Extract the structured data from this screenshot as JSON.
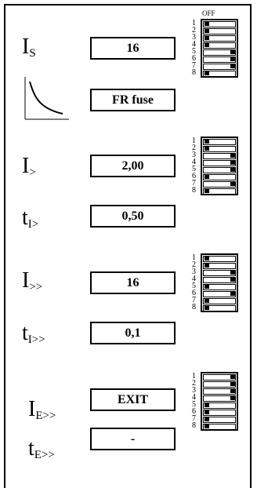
{
  "switch_header": "OFF",
  "rows": [
    {
      "symbol": {
        "main": "I",
        "sub": "S"
      },
      "value": "16"
    },
    {
      "curve_icon": "inverse-time-curve-icon",
      "value": "FR fuse"
    },
    {
      "symbol": {
        "main": "I",
        "sub": ">"
      },
      "value": "2,00"
    },
    {
      "symbol": {
        "main": "t",
        "sub": "I>"
      },
      "value": "0,50"
    },
    {
      "symbol": {
        "main": "I",
        "sub": ">>"
      },
      "value": "16"
    },
    {
      "symbol": {
        "main": "t",
        "sub": "I>>"
      },
      "value": "0,1"
    },
    {
      "symbol": {
        "main": "I",
        "sub": "E>>"
      },
      "value": "EXIT"
    },
    {
      "symbol": {
        "main": "t",
        "sub": "E>>"
      },
      "value": "-"
    }
  ],
  "switch_numbers": [
    "1",
    "2",
    "3",
    "4",
    "5",
    "6",
    "7",
    "8"
  ],
  "dip_switch_banks": [
    {
      "positions": [
        "off",
        "off",
        "off",
        "off",
        "on",
        "on",
        "on",
        "off"
      ]
    },
    {
      "positions": [
        "off",
        "off",
        "on",
        "on",
        "on",
        "off",
        "on",
        "off"
      ]
    },
    {
      "positions": [
        "off",
        "off",
        "on",
        "on",
        "off",
        "on",
        "off",
        "off"
      ]
    },
    {
      "positions": [
        "on",
        "on",
        "on",
        "on",
        "off",
        "off",
        "off",
        "off"
      ]
    }
  ]
}
